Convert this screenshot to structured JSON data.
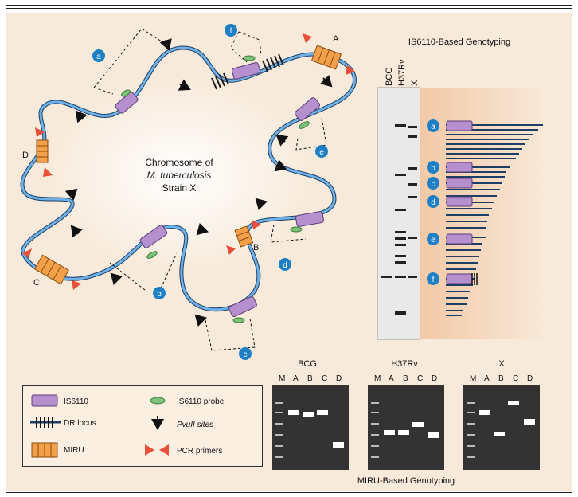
{
  "chromosome": {
    "line1": "Chromosome of",
    "line2": "M. tuberculosis",
    "line3": "Strain X"
  },
  "miru_loci": [
    "A",
    "B",
    "C",
    "D"
  ],
  "probe_sites": [
    "a",
    "b",
    "c",
    "d",
    "e",
    "f"
  ],
  "genotyping": {
    "title": "IS6110-Based Genotyping",
    "lanes": [
      "BCG",
      "H37Rv",
      "X"
    ],
    "bands": [
      "a",
      "b",
      "c",
      "d",
      "e",
      "f"
    ]
  },
  "legend": {
    "is6110": "IS6110",
    "dr_locus": "DR locus",
    "miru": "MIRU",
    "probe": "IS6110 probe",
    "pvuii": "PvuII sites",
    "pcr": "PCR primers"
  },
  "miru_gels": {
    "title": "MIRU-Based Genotyping",
    "gels": [
      {
        "name": "BCG",
        "lanes": [
          "M",
          "A",
          "B",
          "C",
          "D"
        ]
      },
      {
        "name": "H37Rv",
        "lanes": [
          "M",
          "A",
          "B",
          "C",
          "D"
        ]
      },
      {
        "name": "X",
        "lanes": [
          "M",
          "A",
          "B",
          "C",
          "D"
        ]
      }
    ]
  },
  "colors": {
    "background": "#f8eada",
    "chromosome": "#4a8fc9",
    "is6110": "#b68fcf",
    "miru": "#f2a14a",
    "probe": "#7fc27a",
    "primer": "#e8503a",
    "badge": "#1f7fc4"
  }
}
